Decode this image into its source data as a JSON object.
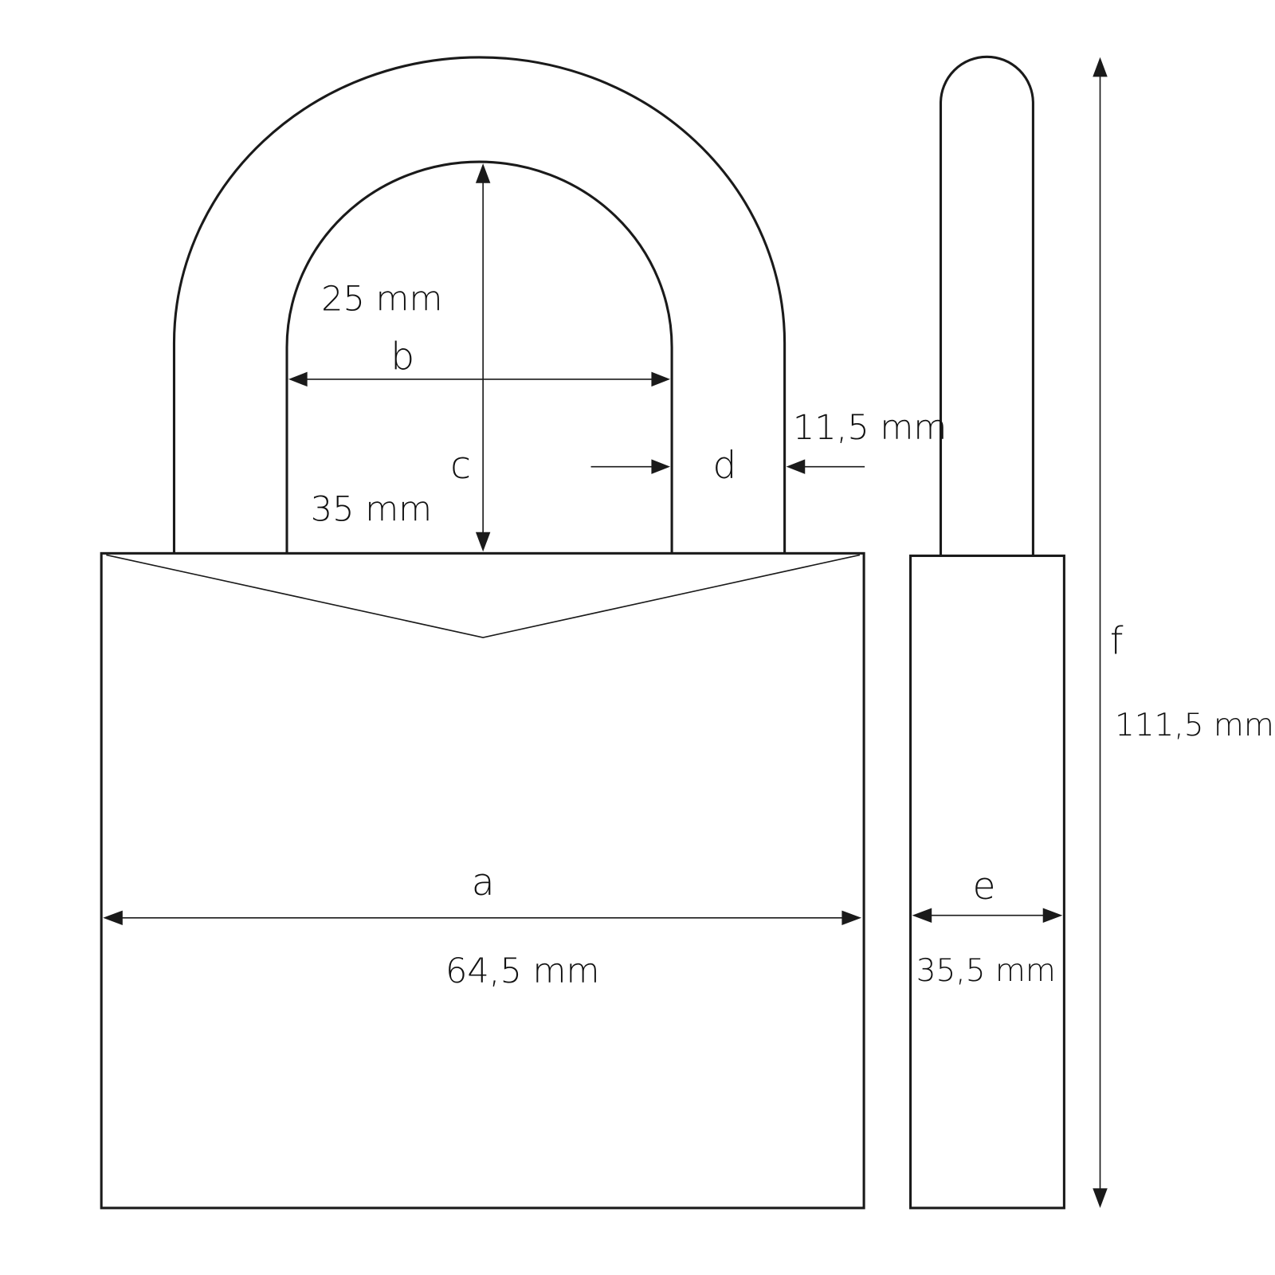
{
  "labels": {
    "a": "a",
    "b": "b",
    "c": "c",
    "d": "d",
    "e": "e",
    "f": "f"
  },
  "values": {
    "b": "25 mm",
    "c": "35 mm",
    "d": "11,5 mm",
    "a": "64,5 mm",
    "e": "35,5 mm",
    "f": "111,5 mm"
  },
  "colors": {
    "line": "#1a1a1a",
    "background": "#ffffff"
  }
}
